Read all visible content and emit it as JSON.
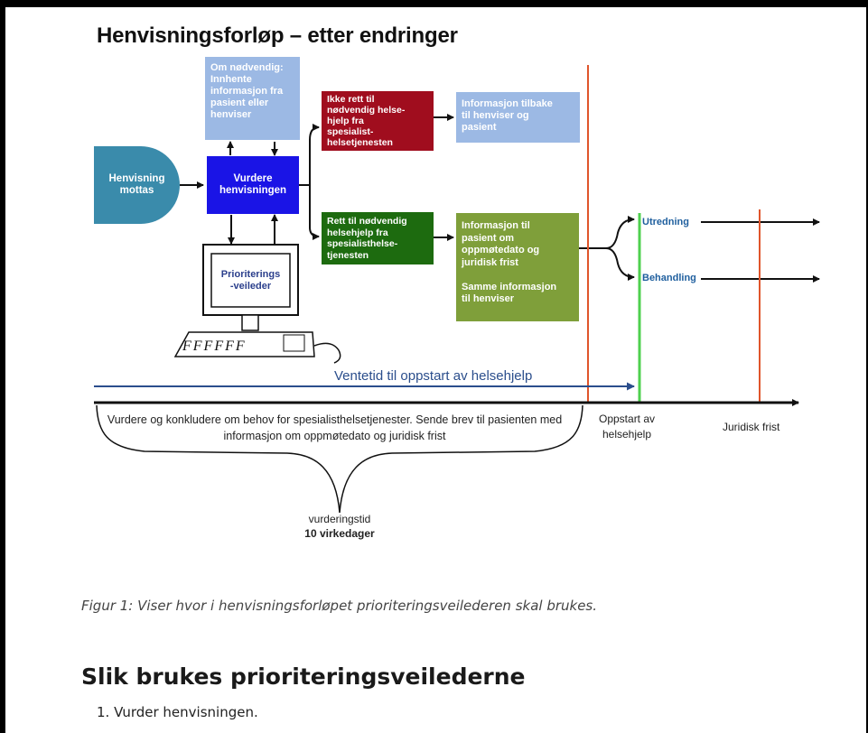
{
  "diagram": {
    "title": "Henvisningsforløp – etter endringer",
    "boxes": {
      "received": "Henvisning\nmottas",
      "optional": "Om nødvendig:\nInnhente\ninformasjon fra\npasient eller\nhenviser",
      "assess": "Vurdere\nhenvisningen",
      "no_right": "Ikke rett til\nnødvendig helse-\nhjelp fra\nspesialist-\nhelsetjenesten",
      "info_back": "Informasjon tilbake\ntil henviser og\npasient",
      "right": "Rett til nødvendig\nhelsehjelp fra\nspesialisthelse-\ntjenesten",
      "info_patient": "Informasjon til\npasient om\noppmøtedato og\njuridisk frist\n\nSamme informasjon\ntil henviser",
      "guide": "Prioriterings\n-veileder"
    },
    "branches": {
      "investigation": "Utredning",
      "treatment": "Behandling"
    },
    "waiting_time": "Ventetid til oppstart av helsehjelp",
    "assessment_text": "Vurdere og konkludere om behov for spesialisthelsetjenester. Sende brev til pasienten med informasjon om oppmøtedato og juridisk frist",
    "timeline_labels": {
      "start": "Oppstart av\nhelsehjelp",
      "deadline": "Juridisk frist"
    },
    "assessment_time_label": "vurderingstid",
    "assessment_time_value": "10 virkedager",
    "keyboard_keys": "FFFFFF",
    "colors": {
      "received": "#3a8bab",
      "optional": "#9cb9e4",
      "assess": "#1a14e6",
      "no_right": "#a00d1e",
      "info_back": "#9cb9e4",
      "right": "#1d6b0f",
      "info_patient": "#7f9f3a",
      "red_line": "#e0552b",
      "green_line": "#4fd04f",
      "wait_arrow": "#2b4e8c"
    }
  },
  "caption": "Figur 1: Viser hvor i henvisningsforløpet prioriteringsveilederen skal brukes.",
  "section": {
    "heading": "Slik brukes prioriteringsveilederne",
    "list_item_1": "1. Vurder henvisningen."
  }
}
